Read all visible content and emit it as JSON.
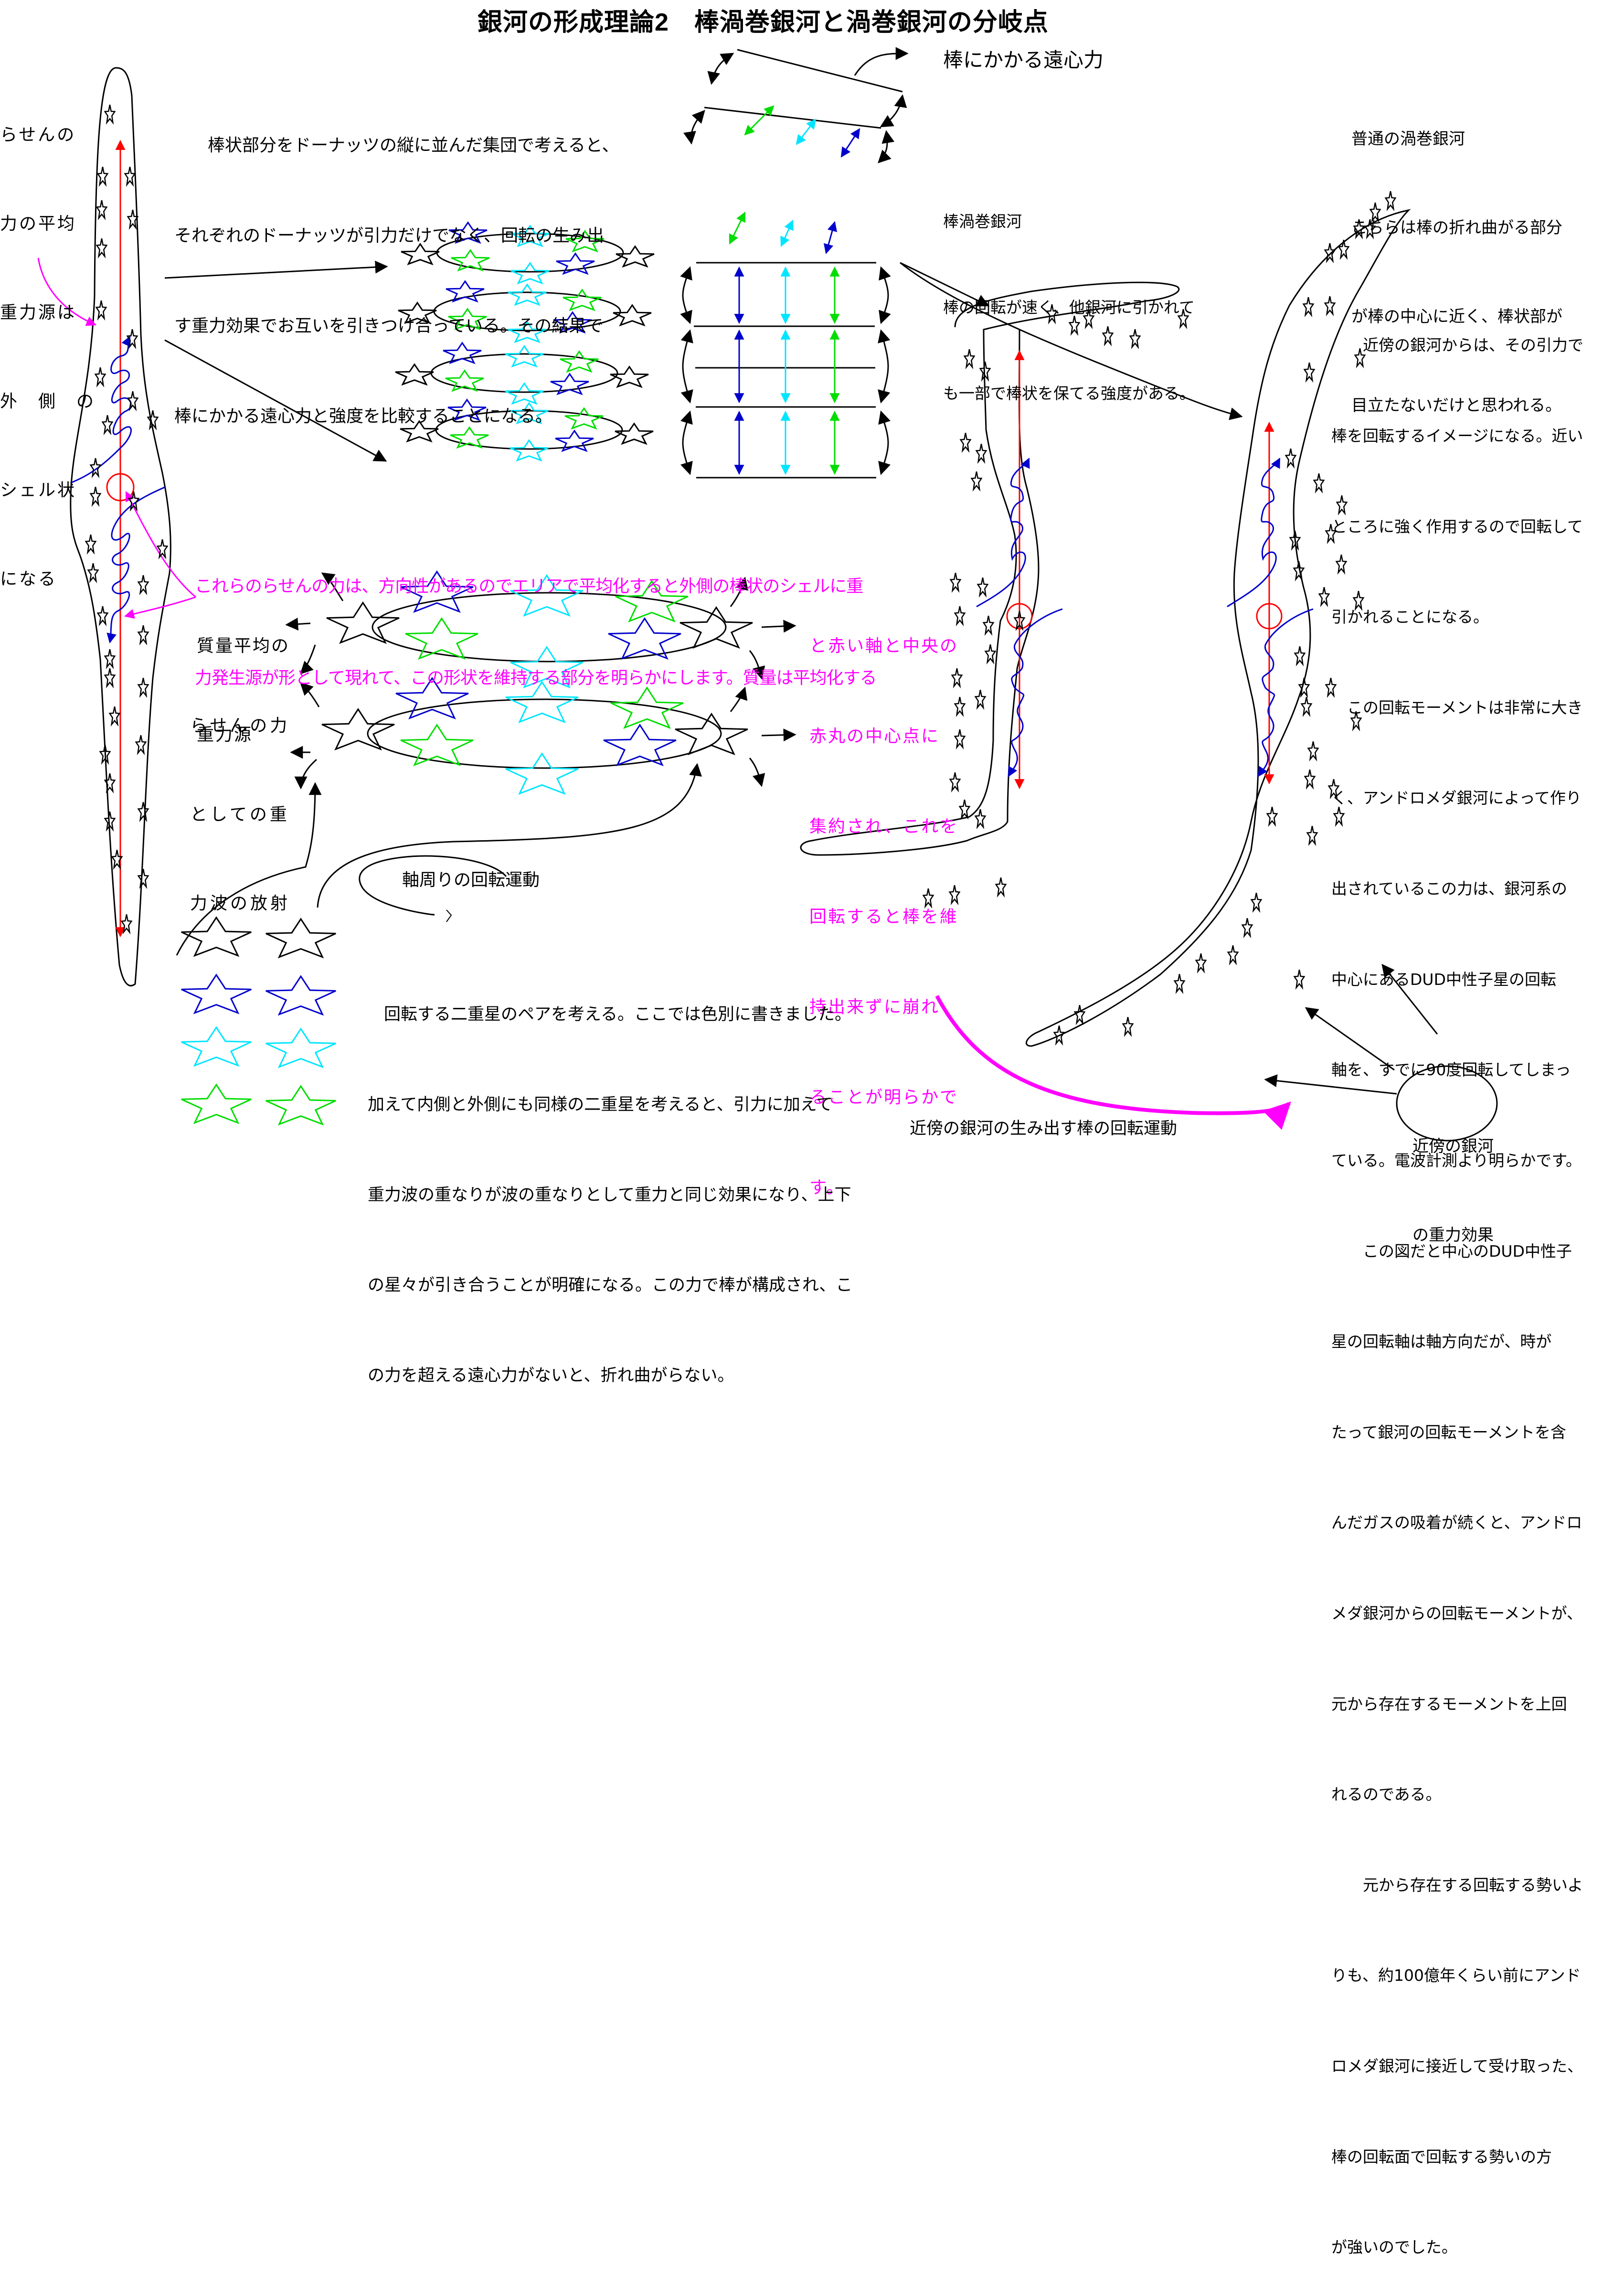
{
  "title": "銀河の形成理論2　棒渦巻銀河と渦巻銀河の分岐点",
  "colors": {
    "magenta": "#ff00ff",
    "red": "#ff0000",
    "blue": "#0000cc",
    "cyan": "#00e5ff",
    "green": "#00dd00",
    "black": "#000000"
  },
  "left_label": {
    "lines": [
      "らせんの",
      "力の平均",
      "重力源は",
      "外　側　の",
      "シェル状",
      "になる"
    ]
  },
  "donut_intro": {
    "lines": [
      "棒状部分をドーナッツの縦に並んだ集団で考えると、",
      "それぞれのドーナッツが引力だけでなく、回転の生み出",
      "す重力効果でお互いを引きつけ合っている。その結果で",
      "棒にかかる遠心力と強度を比較することになる。"
    ]
  },
  "centrifugal_label": "棒にかかる遠心力",
  "barred_spiral": {
    "heading": "棒渦巻銀河",
    "lines": [
      "棒の回転が速く、他銀河に引かれて",
      "も一部で棒状を保てる強度がある。"
    ]
  },
  "normal_spiral": {
    "heading": "普通の渦巻銀河",
    "lines": [
      "こちらは棒の折れ曲がる部分",
      "が棒の中心に近く、棒状部が",
      "目立たないだけと思われる。"
    ]
  },
  "magenta_paragraph": {
    "wide_lines": [
      "これらのらせんの力は、方向性があるのでエリアで平均化すると外側の棒状のシェルに重",
      "力発生源が形として現れて、この形状を維持する部分を明らかにします。質量は平均化する"
    ],
    "narrow_lines": [
      "と赤い軸と中央の",
      "赤丸の中心点に",
      "集約され、これを",
      "回転すると棒を維",
      "持出来ずに崩れ",
      "ることが明らかで",
      "す。"
    ]
  },
  "mass_average_label": {
    "lines": [
      "質量平均の",
      "重力源"
    ]
  },
  "gravity_wave_label": {
    "lines": [
      "らせんの力",
      "としての重",
      "力波の放射"
    ]
  },
  "rotation_label": "軸周りの回転運動",
  "binary_paragraph": {
    "lines": [
      "回転する二重星のペアを考える。ここでは色別に書きました。",
      "加えて内側と外側にも同様の二重星を考えると、引力に加えて",
      "重力波の重なりが波の重なりとして重力と同じ効果になり、上下",
      "の星々が引き合うことが明確になる。この力で棒が構成され、こ",
      "の力を超える遠心力がないと、折れ曲がらない。"
    ]
  },
  "right_paragraph": {
    "lines": [
      "　　近傍の銀河からは、その引力で",
      "棒を回転するイメージになる。近い",
      "ところに強く作用するので回転して",
      "引かれることになる。",
      "　この回転モーメントは非常に大き",
      "く、アンドロメダ銀河によって作り",
      "出されているこの力は、銀河系の",
      "中心にあるDUD中性子星の回転",
      "軸を、すでに90度回転してしまっ",
      "ている。電波計測より明らかです。",
      "　　この図だと中心のDUD中性子",
      "星の回転軸は軸方向だが、時が",
      "たって銀河の回転モーメントを含",
      "んだガスの吸着が続くと、アンドロ",
      "メダ銀河からの回転モーメントが、",
      "元から存在するモーメントを上回",
      "れるのである。",
      "　　元から存在する回転する勢いよ",
      "りも、約100億年くらい前にアンド",
      "ロメダ銀河に接近して受け取った、",
      "棒の回転面で回転する勢いの方",
      "が強いのでした。"
    ]
  },
  "nearby_galaxy_circle": {
    "lines": [
      "近傍の銀河",
      "の重力効果"
    ]
  },
  "bottom_caption": "近傍の銀河の生み出す棒の回転運動",
  "donut_stack": {
    "count": 4,
    "star_colors_per_ring": [
      "black",
      "blue",
      "cyan",
      "green",
      "green",
      "cyan",
      "blue",
      "black"
    ]
  },
  "rod_segments": {
    "count": 5,
    "arrow_colors_bent": [
      "green",
      "cyan",
      "blue"
    ],
    "arrow_colors_straight": [
      "blue",
      "cyan",
      "green"
    ]
  },
  "binary_pairs": [
    "black",
    "blue",
    "cyan",
    "green"
  ]
}
